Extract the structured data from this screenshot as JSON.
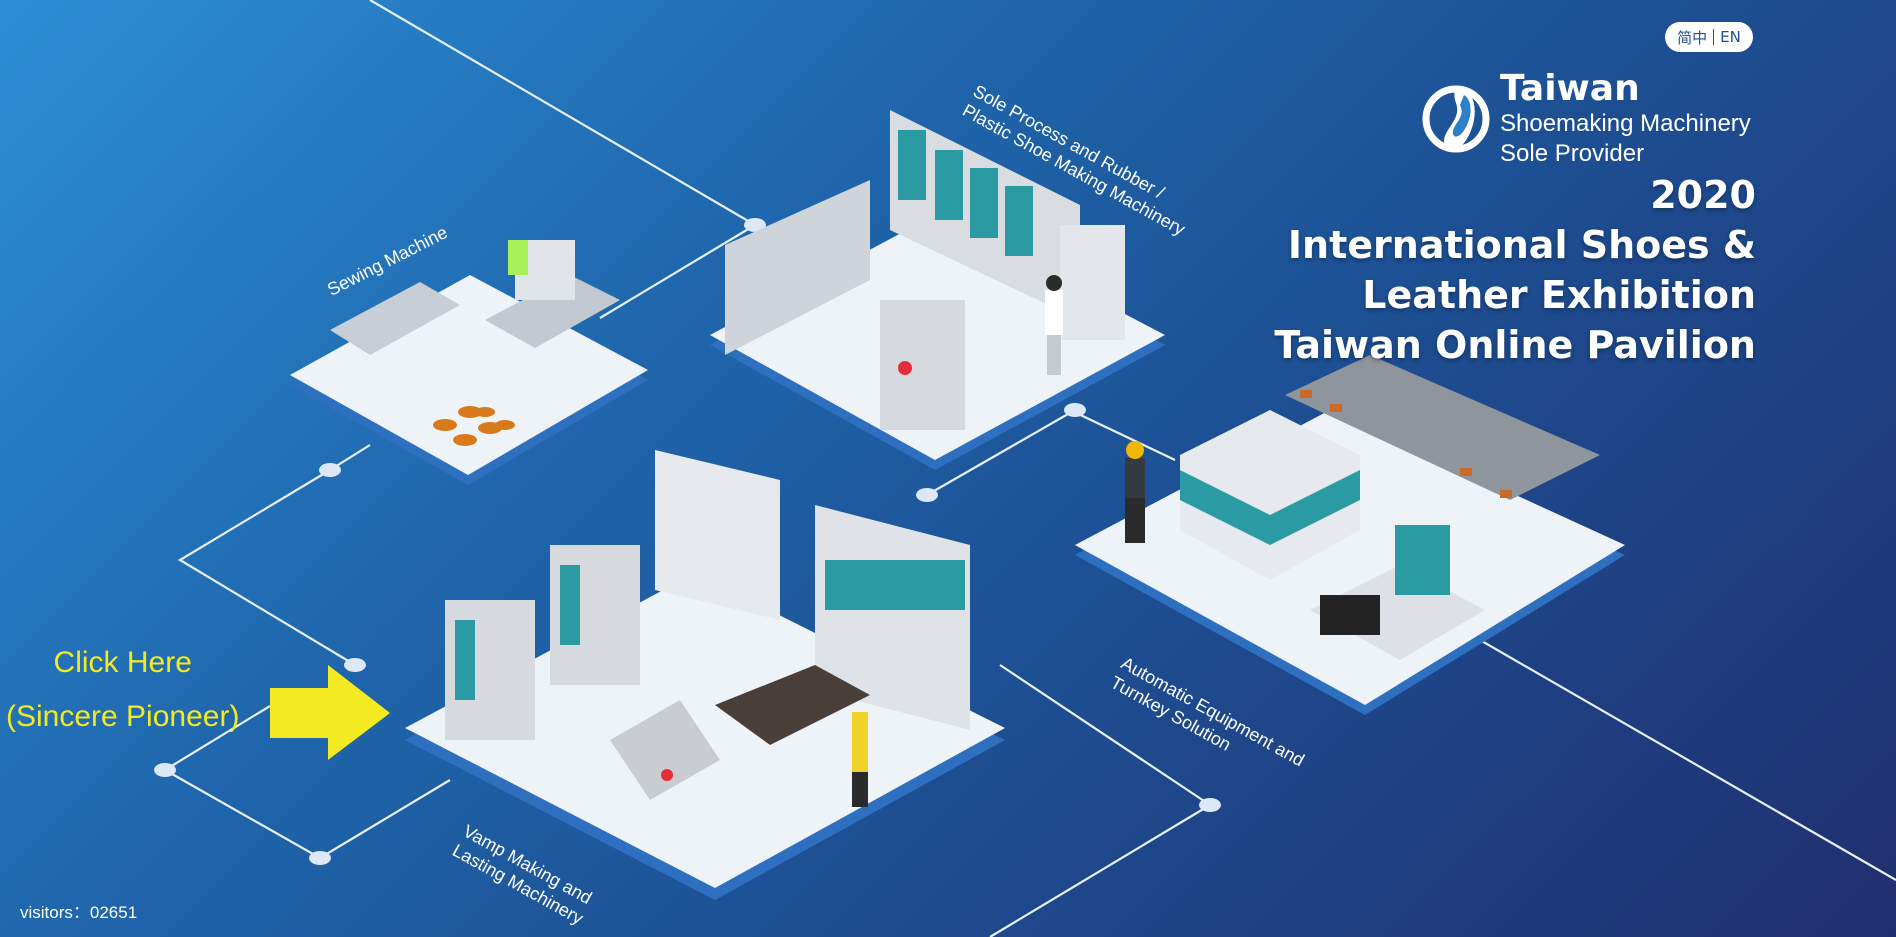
{
  "language_switch": {
    "option_zh": "简中",
    "option_en": "EN"
  },
  "logo": {
    "line1": "Taiwan",
    "line2": "Shoemaking Machinery",
    "line3": "Sole Provider"
  },
  "title": {
    "line1": "2020",
    "line2": "International Shoes &",
    "line3": "Leather Exhibition",
    "line4": "Taiwan Online Pavilion"
  },
  "zones": {
    "sewing": "Sewing Machine",
    "sole_line1": "Sole Process and Rubber /",
    "sole_line2": "Plastic Shoe Making Machinery",
    "automatic_line1": "Automatic Equipment and",
    "automatic_line2": "Turnkey Solution",
    "vamp_line1": "Vamp Making and",
    "vamp_line2": "Lasting Machinery"
  },
  "cta": {
    "line1": "Click Here",
    "line2": "(Sincere Pioneer)"
  },
  "visitors": {
    "label": "visitors：02651"
  },
  "colors": {
    "cta": "#f3ea21",
    "accent_teal": "#2a9aa3",
    "platform_blue": "#2f6fbf"
  }
}
